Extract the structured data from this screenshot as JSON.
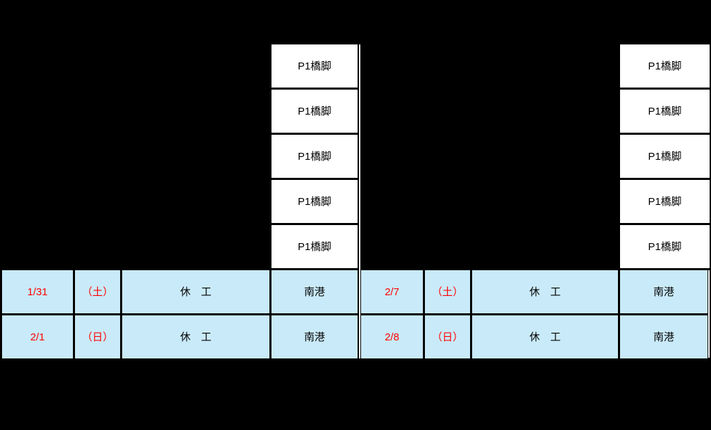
{
  "colors": {
    "bg": "#000000",
    "cell_white": "#ffffff",
    "cell_blue": "#c9eaf9",
    "border": "#000000",
    "text_red": "#ff0000",
    "text_black": "#000000"
  },
  "panels": [
    {
      "pier_column": [
        "P1橋脚",
        "P1橋脚",
        "P1橋脚",
        "P1橋脚",
        "P1橋脚"
      ],
      "rows": [
        {
          "date": "1/31",
          "day": "（土）",
          "work": "休　工",
          "location": "南港"
        },
        {
          "date": "2/1",
          "day": "（日）",
          "work": "休　工",
          "location": "南港"
        }
      ]
    },
    {
      "pier_column": [
        "P1橋脚",
        "P1橋脚",
        "P1橋脚",
        "P1橋脚",
        "P1橋脚"
      ],
      "rows": [
        {
          "date": "2/7",
          "day": "（土）",
          "work": "休　工",
          "location": "南港"
        },
        {
          "date": "2/8",
          "day": "（日）",
          "work": "休　工",
          "location": "南港"
        }
      ]
    }
  ]
}
